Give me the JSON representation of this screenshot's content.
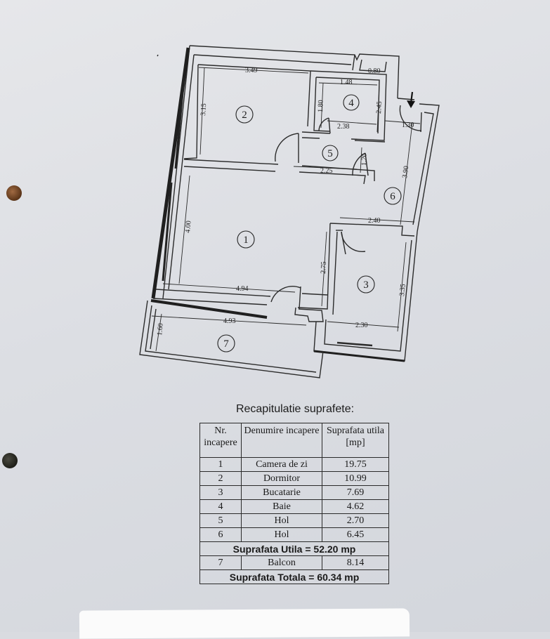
{
  "plan": {
    "dimensions": {
      "d349": "3.49",
      "d315": "3.15",
      "d148": "1.48",
      "d080": "0.80",
      "d180": "1.80",
      "d245": "2.45",
      "d238": "2.38",
      "d130": "1.30",
      "d225": "2.25",
      "d120": "1.20",
      "d390": "3.90",
      "d240": "2.40",
      "d400": "4.00",
      "d275": "2.75",
      "d494": "4.94",
      "d335": "3.35",
      "d230": "2.30",
      "d493": "4.93",
      "d160": "1.60"
    },
    "rooms": [
      "1",
      "2",
      "3",
      "4",
      "5",
      "6",
      "7"
    ],
    "entrance_icon": "arrow-down-icon"
  },
  "summary": {
    "title": "Recapitulatie suprafete:",
    "headers": {
      "nr": "Nr. incapere",
      "name": "Denumire incapere",
      "area": "Suprafata utila [mp]"
    },
    "rows": [
      {
        "nr": "1",
        "name": "Camera de zi",
        "area": "19.75"
      },
      {
        "nr": "2",
        "name": "Dormitor",
        "area": "10.99"
      },
      {
        "nr": "3",
        "name": "Bucatarie",
        "area": "7.69"
      },
      {
        "nr": "4",
        "name": "Baie",
        "area": "4.62"
      },
      {
        "nr": "5",
        "name": "Hol",
        "area": "2.70"
      },
      {
        "nr": "6",
        "name": "Hol",
        "area": "6.45"
      }
    ],
    "total_util": "Suprafata Utila  =  52.20 mp",
    "balcony": {
      "nr": "7",
      "name": "Balcon",
      "area": "8.14"
    },
    "total": "Suprafata Totala  =  60.34 mp"
  }
}
